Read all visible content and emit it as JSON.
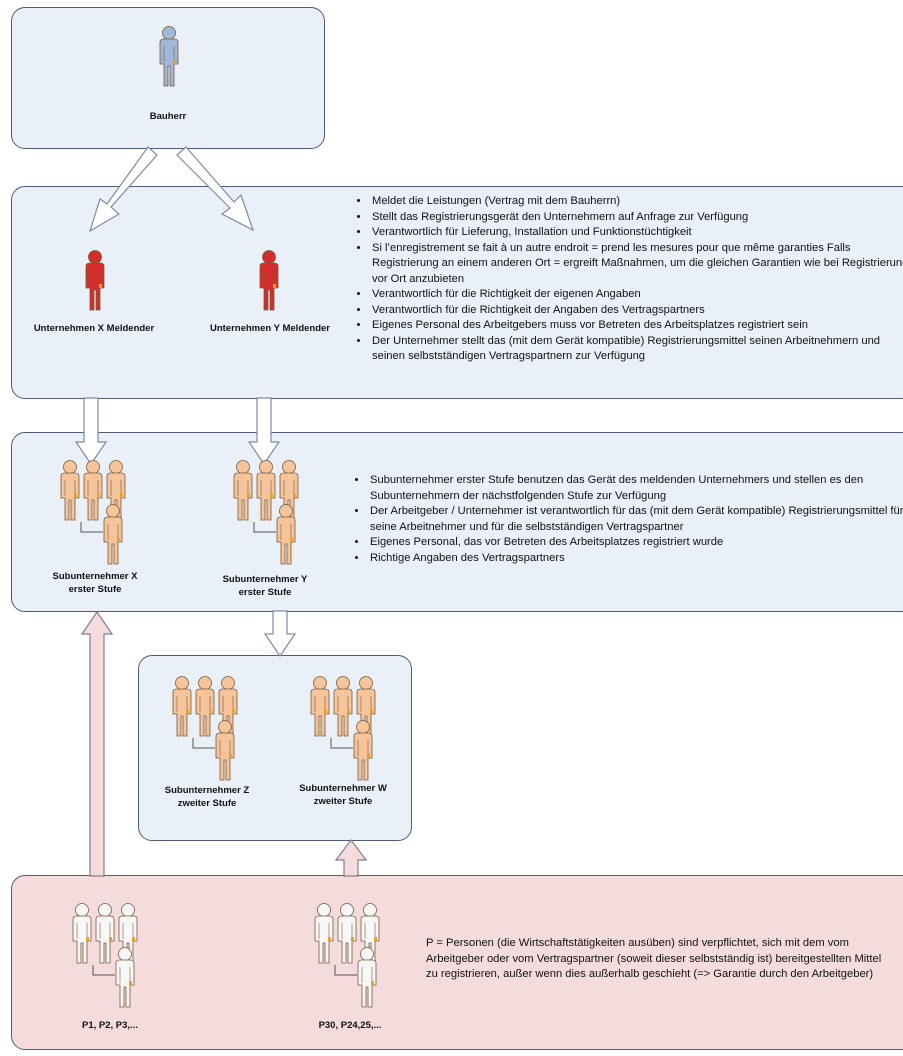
{
  "colors": {
    "blue_box": "#eaf0f8",
    "pink_box": "#f5dcdc",
    "bauherr_figure": "#9fb8d8",
    "melder_figure": "#d42b2b",
    "sub_figure": "#f6c49a",
    "person_figure": "#f7f7f7"
  },
  "bauherr": {
    "label": "Bauherr"
  },
  "melder": {
    "x_label": "Unternehmen X Meldender",
    "y_label": "Unternehmen Y Meldender",
    "bullets": [
      "Meldet die Leistungen (Vertrag mit dem Bauherrn)",
      "Stellt das Registrierungsgerät den Unternehmern auf Anfrage zur Verfügung",
      "Verantwortlich für Lieferung, Installation und Funktionstüchtigkeit",
      "Si l’enregistrement se fait à un autre endroit = prend les mesures pour que même garanties Falls Registrierung an einem anderen Ort = ergreift Maßnahmen, um die gleichen Garantien wie bei Registrierung vor Ort anzubieten",
      "Verantwortlich für die Richtigkeit der eigenen Angaben",
      "Verantwortlich für die Richtigkeit der Angaben des Vertragspartners",
      "Eigenes Personal des Arbeitgebers muss vor Betreten des Arbeitsplatzes registriert sein",
      "Der Unternehmer stellt das (mit dem Gerät kompatible) Registrierungsmittel seinen Arbeitnehmern und seinen selbstständigen Vertragspartnern zur Verfügung"
    ]
  },
  "sub1": {
    "x_label_1": "Subunternehmer X",
    "x_label_2": "erster Stufe",
    "y_label_1": "Subunternehmer Y",
    "y_label_2": "erster Stufe",
    "bullets": [
      "Subunternehmer erster Stufe benutzen das Gerät des meldenden Unternehmers  und stellen es den Subunternehmern der nächstfolgenden Stufe zur Verfügung",
      "Der Arbeitgeber / Unternehmer ist verantwortlich für das (mit dem Gerät kompatible) Registrierungsmittel für seine Arbeitnehmer und für die selbstständigen Vertragspartner",
      "Eigenes Personal, das vor Betreten des Arbeitsplatzes registriert wurde",
      "Richtige Angaben des Vertragspartners"
    ]
  },
  "sub2": {
    "z_label_1": "Subunternehmer Z",
    "z_label_2": "zweiter Stufe",
    "w_label_1": "Subunternehmer W",
    "w_label_2": "zweiter Stufe"
  },
  "persons": {
    "group1_label": "P1, P2, P3,...",
    "group2_label": "P30, P24,25,...",
    "text": "P = Personen (die Wirtschaftstätigkeiten ausüben) sind verpflichtet, sich mit dem vom Arbeitgeber oder vom Vertragspartner (soweit dieser selbstständig ist) bereitgestellten Mittel zu registrieren, außer wenn dies außerhalb geschieht (=> Garantie durch den Arbeitgeber)"
  }
}
